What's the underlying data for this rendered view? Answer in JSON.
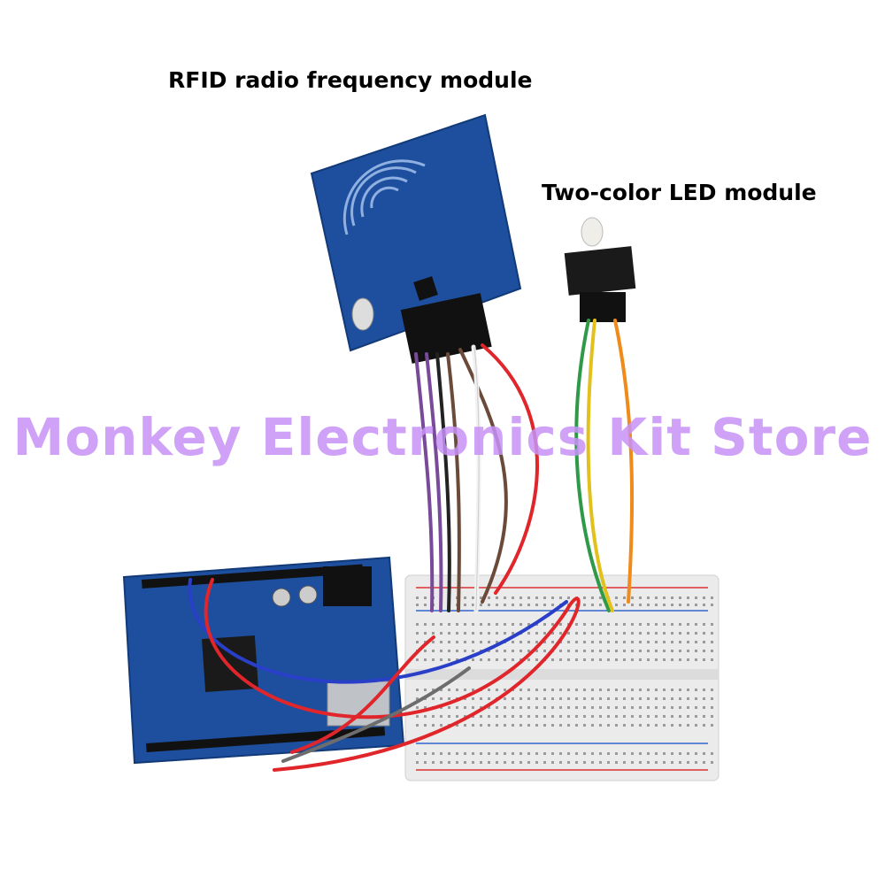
{
  "labels": {
    "rfid": "RFID radio frequency module",
    "led": "Two-color LED module"
  },
  "watermark": "Monkey Electronics Kit Store",
  "colors": {
    "watermark": "#c792f7",
    "pcb_blue": "#1d4f9e",
    "breadboard": "#ebebeb",
    "wire_purple": "#7a4a9a",
    "wire_brown": "#6b4a3a",
    "wire_white": "#f2f2f2",
    "wire_red": "#e0262b",
    "wire_blue": "#2a3fc8",
    "wire_gray": "#6d6d6d",
    "wire_green": "#2e9a48",
    "wire_yellow": "#e2c11d",
    "wire_orange": "#f08a1a"
  }
}
